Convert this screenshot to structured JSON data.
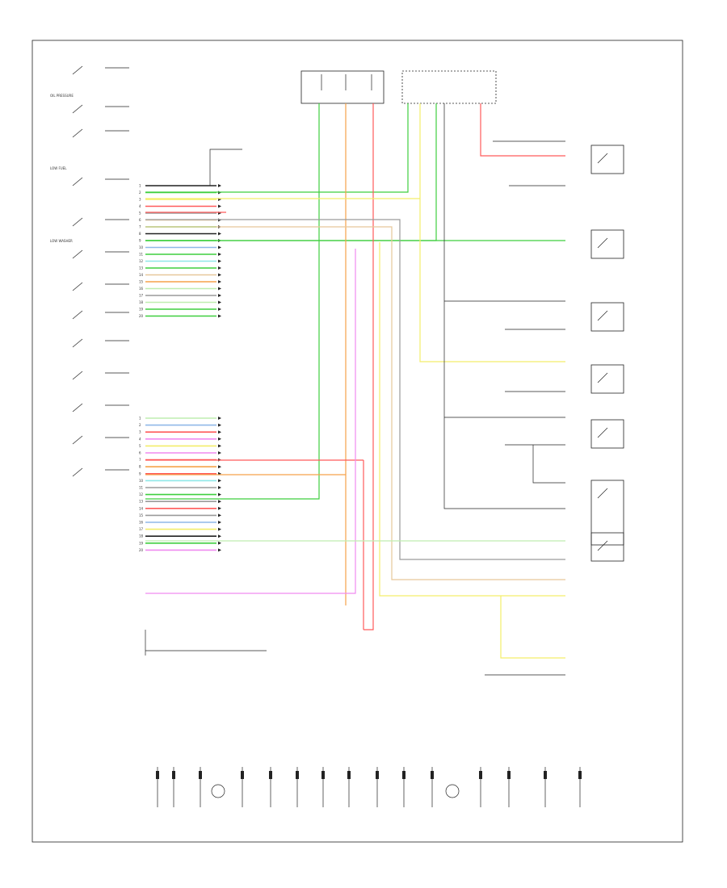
{
  "diagram": {
    "title": "",
    "colors": {
      "green": "#3fcf3f",
      "red": "#ff5a5a",
      "orange": "#f5a24a",
      "yellow": "#f3ee6a",
      "pink": "#f08af0",
      "blue": "#8fb8e8",
      "gray": "#9a9a9a",
      "black": "#222222",
      "lightgreen": "#bfeeb0",
      "tan": "#e7c89a",
      "cyan": "#8fe8e8"
    },
    "left_components": [
      "",
      "OIL PRESSURE",
      "",
      "LOW FUEL",
      "",
      "LOW WASHER",
      "",
      "",
      "",
      "",
      "",
      "",
      ""
    ],
    "connector_c1": {
      "label": "",
      "pins": [
        {
          "num": "1",
          "wire": "",
          "color": "black"
        },
        {
          "num": "2",
          "wire": "",
          "color": "green"
        },
        {
          "num": "3",
          "wire": "",
          "color": "yellow"
        },
        {
          "num": "4",
          "wire": "",
          "color": "red"
        },
        {
          "num": "5",
          "wire": "",
          "color": "gray"
        },
        {
          "num": "6",
          "wire": "",
          "color": "tan"
        },
        {
          "num": "7",
          "wire": "",
          "color": "green"
        },
        {
          "num": "8",
          "wire": "",
          "color": "black"
        },
        {
          "num": "9",
          "wire": "",
          "color": "green"
        },
        {
          "num": "10",
          "wire": "",
          "color": "blue"
        },
        {
          "num": "11",
          "wire": "",
          "color": "green"
        },
        {
          "num": "12",
          "wire": "",
          "color": "cyan"
        },
        {
          "num": "13",
          "wire": "",
          "color": "green"
        },
        {
          "num": "14",
          "wire": "",
          "color": "tan"
        },
        {
          "num": "15",
          "wire": "",
          "color": "orange"
        },
        {
          "num": "16",
          "wire": "",
          "color": "lightgreen"
        },
        {
          "num": "17",
          "wire": "",
          "color": "gray"
        },
        {
          "num": "18",
          "wire": "",
          "color": "lightgreen"
        },
        {
          "num": "19",
          "wire": "",
          "color": "green"
        },
        {
          "num": "20",
          "wire": "",
          "color": "green"
        }
      ],
      "destinations": [
        "",
        "",
        "",
        "",
        "",
        "",
        "",
        "",
        "",
        ""
      ]
    },
    "connector_c2": {
      "label": "",
      "pins": [
        {
          "num": "1",
          "wire": "",
          "color": "lightgreen"
        },
        {
          "num": "2",
          "wire": "",
          "color": "blue"
        },
        {
          "num": "3",
          "wire": "",
          "color": "red"
        },
        {
          "num": "4",
          "wire": "",
          "color": "pink"
        },
        {
          "num": "5",
          "wire": "",
          "color": "yellow"
        },
        {
          "num": "6",
          "wire": "",
          "color": "pink"
        },
        {
          "num": "7",
          "wire": "",
          "color": "red"
        },
        {
          "num": "8",
          "wire": "",
          "color": "orange"
        },
        {
          "num": "9",
          "wire": "",
          "color": "red"
        },
        {
          "num": "10",
          "wire": "",
          "color": "cyan"
        },
        {
          "num": "11",
          "wire": "",
          "color": "gray"
        },
        {
          "num": "12",
          "wire": "",
          "color": "green"
        },
        {
          "num": "13",
          "wire": "",
          "color": "gray"
        },
        {
          "num": "14",
          "wire": "",
          "color": "red"
        },
        {
          "num": "15",
          "wire": "",
          "color": "gray"
        },
        {
          "num": "16",
          "wire": "",
          "color": "blue"
        },
        {
          "num": "17",
          "wire": "",
          "color": "yellow"
        },
        {
          "num": "18",
          "wire": "",
          "color": "black"
        },
        {
          "num": "19",
          "wire": "",
          "color": "green"
        },
        {
          "num": "20",
          "wire": "",
          "color": "pink"
        }
      ],
      "destinations": [
        "",
        "",
        "",
        "",
        "",
        "",
        "",
        "",
        ""
      ]
    },
    "top_fuses": [
      "",
      ""
    ],
    "right_components": [
      "",
      "",
      "",
      "",
      "",
      "",
      ""
    ],
    "bottom_labels": [
      "",
      "",
      "",
      "",
      "",
      "",
      "",
      "",
      "",
      ""
    ],
    "lower_left_labels": [
      "",
      ""
    ]
  }
}
